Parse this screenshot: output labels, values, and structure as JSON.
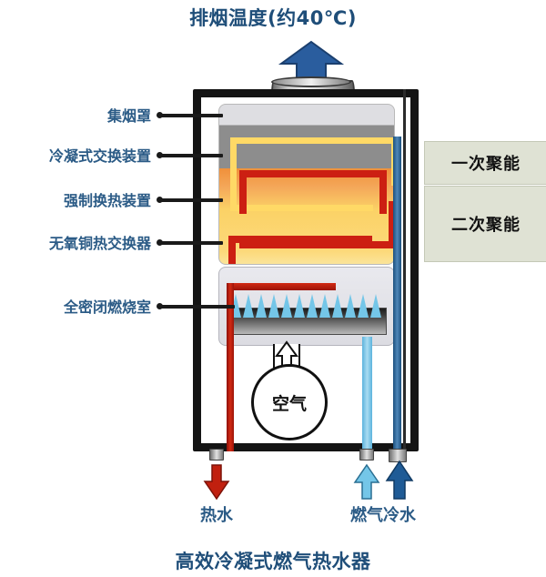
{
  "title": {
    "top": "排烟温度(约40℃)",
    "caption": "高效冷凝式燃气热水器"
  },
  "left_labels": [
    {
      "id": "smoke-hood",
      "text": "集烟罩"
    },
    {
      "id": "condensing-unit",
      "text": "冷凝式交换装置"
    },
    {
      "id": "forced-heat-unit",
      "text": "强制换热装置"
    },
    {
      "id": "copper-exchanger",
      "text": "无氧铜热交换器"
    },
    {
      "id": "sealed-chamber",
      "text": "全密闭燃烧室"
    }
  ],
  "right_labels": [
    {
      "id": "primary-energy",
      "text": "一次聚能"
    },
    {
      "id": "secondary-energy",
      "text": "二次聚能"
    }
  ],
  "diagram": {
    "air_label": "空气"
  },
  "bottom_flows": [
    {
      "id": "hot-water",
      "text": "热水",
      "direction": "down",
      "color": "#c1200f"
    },
    {
      "id": "fuel-gas",
      "text": "燃气",
      "direction": "up",
      "color": "#74c6e8"
    },
    {
      "id": "cold-water",
      "text": "冷水",
      "direction": "up",
      "color": "#1f5b96"
    }
  ],
  "colors": {
    "title_blue": "#1f4e79",
    "label_blue": "#2b5b86",
    "exhaust_arrow": "#2a5d9e",
    "hot_pipe": "#cc1f12",
    "cold_pipe": "#1b4f7e",
    "gas_pipe": "#74c6e8",
    "coil_yellow": "#ffd966",
    "coil_red": "#cc1f12",
    "box_bg": "#dfe2d4",
    "frame": "#141414"
  }
}
